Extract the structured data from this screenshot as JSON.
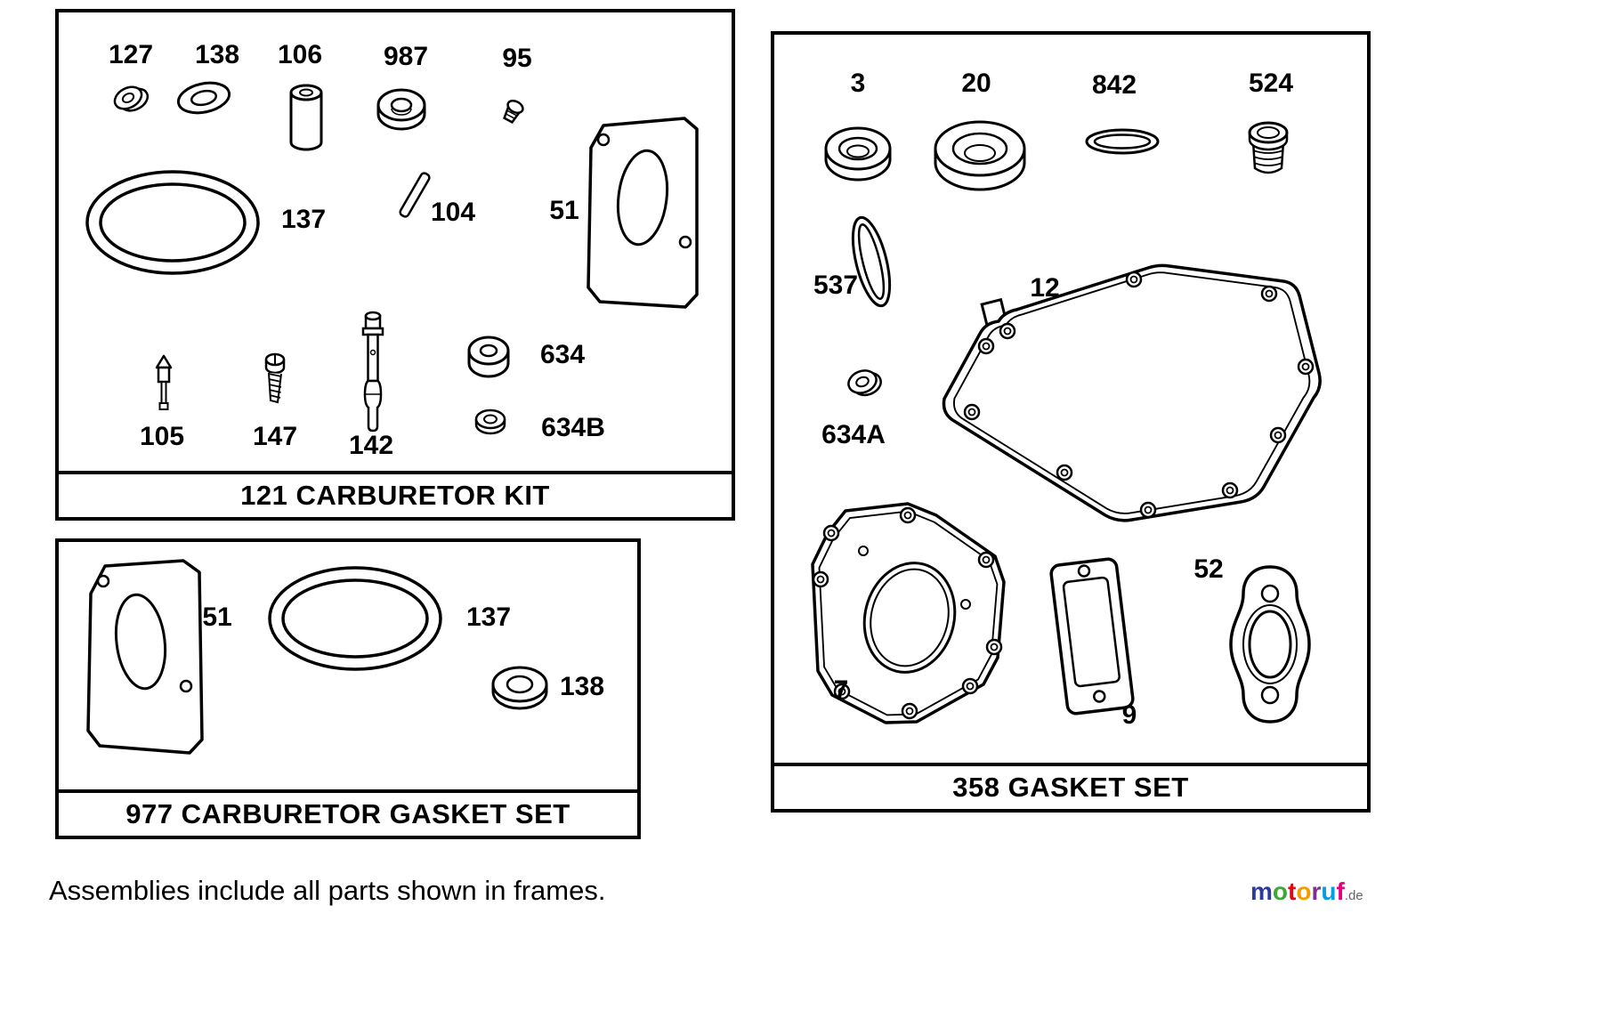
{
  "colors": {
    "ink": "#000000",
    "paper": "#ffffff"
  },
  "frames": [
    {
      "caption": "121 CARBURETOR KIT",
      "parts": [
        {
          "label": "127"
        },
        {
          "label": "138"
        },
        {
          "label": "106"
        },
        {
          "label": "987"
        },
        {
          "label": "95"
        },
        {
          "label": "137"
        },
        {
          "label": "104"
        },
        {
          "label": "51"
        },
        {
          "label": "105"
        },
        {
          "label": "147"
        },
        {
          "label": "142"
        },
        {
          "label": "634"
        },
        {
          "label": "634B"
        }
      ]
    },
    {
      "caption": "977 CARBURETOR GASKET SET",
      "parts": [
        {
          "label": "51"
        },
        {
          "label": "137"
        },
        {
          "label": "138"
        }
      ]
    },
    {
      "caption": "358 GASKET SET",
      "parts": [
        {
          "label": "3"
        },
        {
          "label": "20"
        },
        {
          "label": "842"
        },
        {
          "label": "524"
        },
        {
          "label": "537"
        },
        {
          "label": "12"
        },
        {
          "label": "634A"
        },
        {
          "label": "7"
        },
        {
          "label": "9"
        },
        {
          "label": "52"
        }
      ]
    }
  ],
  "footer": {
    "note": "Assemblies include all parts shown in frames."
  },
  "logo": {
    "letters": [
      {
        "char": "m",
        "color": "#2b3a9e"
      },
      {
        "char": "o",
        "color": "#3aaa35"
      },
      {
        "char": "t",
        "color": "#e30613"
      },
      {
        "char": "o",
        "color": "#f59c00"
      },
      {
        "char": "r",
        "color": "#7d2f8e"
      },
      {
        "char": "u",
        "color": "#009fe3"
      },
      {
        "char": "f",
        "color": "#e6007e"
      }
    ],
    "suffix": ".de"
  }
}
